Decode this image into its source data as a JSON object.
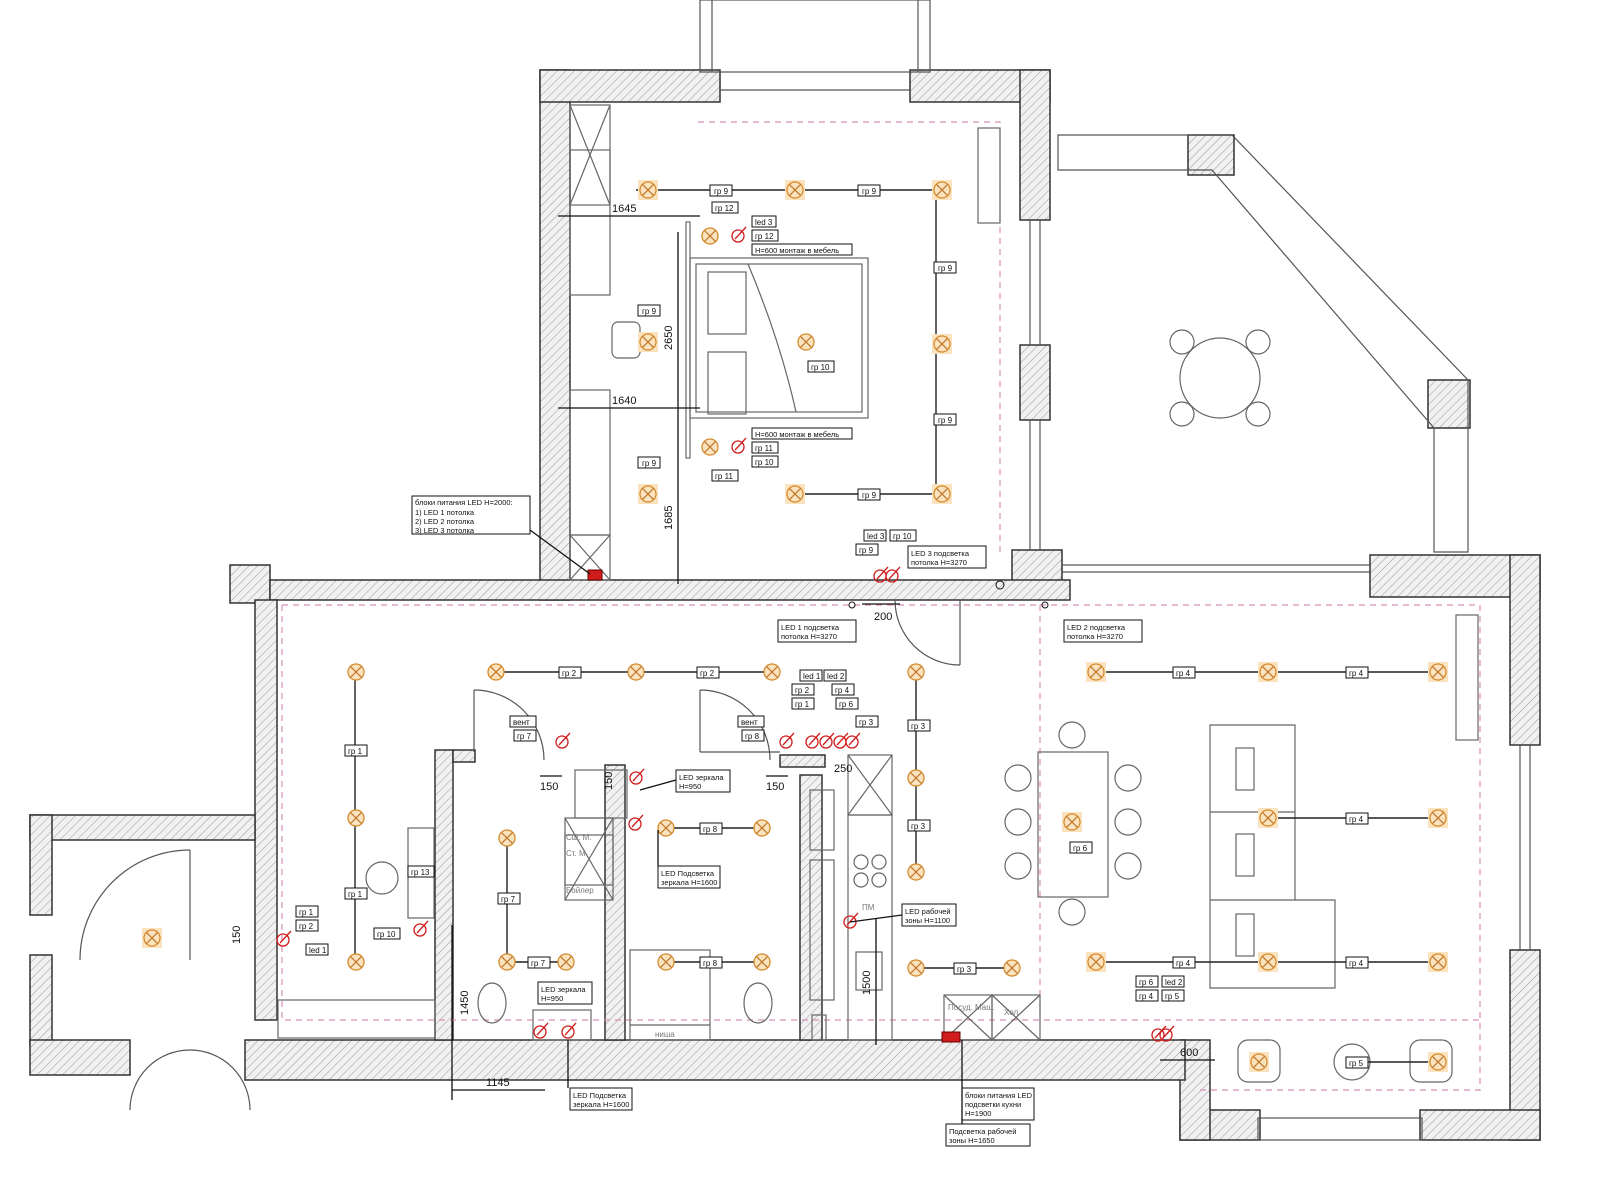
{
  "plan": {
    "group_labels": {
      "gr1": "гр 1",
      "gr2": "гр 2",
      "gr3": "гр 3",
      "gr4": "гр 4",
      "gr5": "гр 5",
      "gr6": "гр 6",
      "gr7": "гр 7",
      "gr8": "гр 8",
      "gr9": "гр 9",
      "gr10": "гр 10",
      "gr11": "гр 11",
      "gr12": "гр 12",
      "gr13": "гр 13",
      "led1": "led 1",
      "led2": "led 2",
      "led3": "led 3",
      "vent": "вент"
    },
    "dimensions": {
      "d1645": "1645",
      "d1640": "1640",
      "d2650": "2650",
      "d1685": "1685",
      "d200": "200",
      "d150": "150",
      "d250": "250",
      "d1450": "1450",
      "d1145": "1145",
      "d1500": "1500",
      "d600": "600"
    },
    "notes": {
      "bed_h600": "H=600 монтаж в мебель",
      "psu_title": "блоки питания LED H=2000:",
      "psu_1": "1) LED 1 потолка",
      "psu_2": "2) LED 2 потолка",
      "psu_3": "3) LED 3 потолка",
      "led3_a": "LED 3 подсветка",
      "led3_b": "потолка H=3270",
      "led1_a": "LED 1 подсветка",
      "led1_b": "потолка H=3270",
      "led2_a": "LED 2 подсветка",
      "led2_b": "потолка H=3270",
      "mirror_a": "LED зеркала",
      "mirror_b": "H=950",
      "mirror_bl_a": "LED Подсветка",
      "mirror_bl_b": "зеркала H=1600",
      "work_a": "LED рабочей",
      "work_b": "зоны H=1100",
      "psu_kitchen_a": "блоки питания LED",
      "psu_kitchen_b": "подсветки кухни",
      "psu_kitchen_c": "H=1900",
      "work2_a": "Подсветка рабочей",
      "work2_b": "зоны H=1650"
    },
    "room_text": {
      "boiler": "Бойлер",
      "washer": "Сш. М.",
      "dryer": "Ст. М.",
      "niche": "ниша",
      "dish": "Посуд. Маш.",
      "fridge": "Хол.",
      "pm": "ПМ"
    }
  }
}
